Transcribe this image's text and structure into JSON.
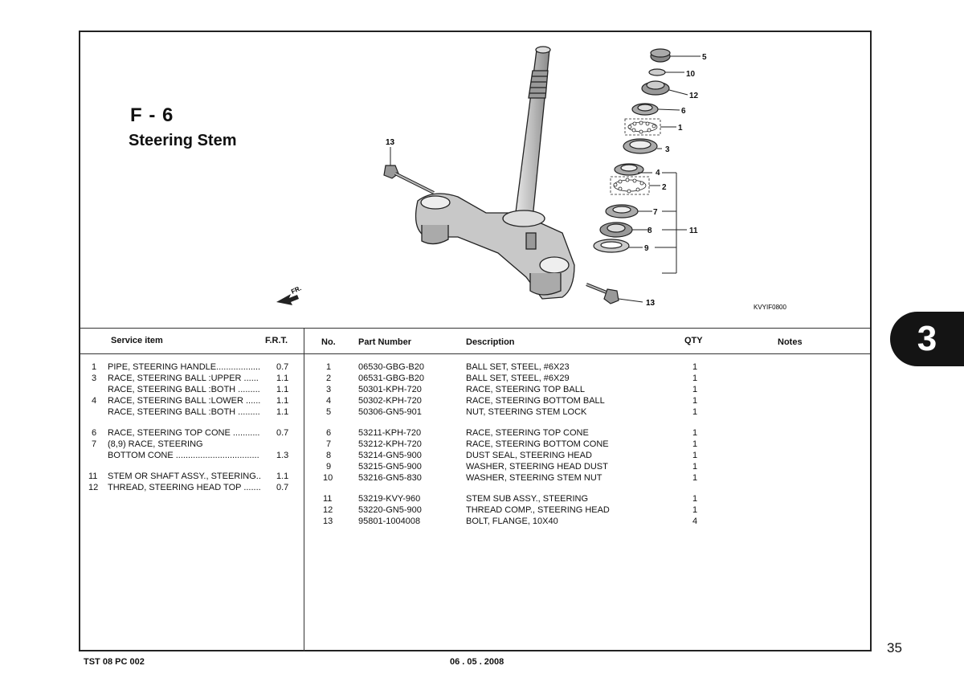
{
  "figure": {
    "code": "F - 6",
    "title": "Steering Stem"
  },
  "diagram": {
    "callouts": [
      "5",
      "10",
      "12",
      "6",
      "1",
      "3",
      "4",
      "2",
      "7",
      "8",
      "11",
      "9",
      "13",
      "13"
    ],
    "front_label": "FR.",
    "image_code": "KVYIF0800"
  },
  "table": {
    "headers": {
      "service_item": "Service item",
      "frt": "F.R.T.",
      "no": "No.",
      "part_number": "Part Number",
      "description": "Description",
      "qty": "QTY",
      "notes": "Notes"
    },
    "service_rows": [
      {
        "no": "1",
        "item": "PIPE, STEERING HANDLE..................",
        "frt": "0.7"
      },
      {
        "no": "3",
        "item": "RACE, STEERING BALL :UPPER ......",
        "frt": "1.1"
      },
      {
        "no": "",
        "item": "RACE, STEERING BALL :BOTH .........",
        "frt": "1.1"
      },
      {
        "no": "4",
        "item": "RACE, STEERING BALL :LOWER ......",
        "frt": "1.1"
      },
      {
        "no": "",
        "item": "RACE, STEERING BALL :BOTH .........",
        "frt": "1.1"
      },
      {
        "no": "6",
        "item": "RACE, STEERING TOP CONE ...........",
        "frt": "0.7"
      },
      {
        "no": "7",
        "item": "(8,9) RACE, STEERING",
        "frt": ""
      },
      {
        "no": "",
        "item": "BOTTOM CONE ..................................",
        "frt": "1.3"
      },
      {
        "no": "11",
        "item": "STEM OR SHAFT ASSY., STEERING..",
        "frt": "1.1"
      },
      {
        "no": "12",
        "item": "THREAD, STEERING HEAD TOP .......",
        "frt": "0.7"
      }
    ],
    "parts_rows": [
      {
        "no": "1",
        "part": "06530-GBG-B20",
        "desc": "BALL SET, STEEL, #6X23",
        "qty": "1"
      },
      {
        "no": "2",
        "part": "06531-GBG-B20",
        "desc": "BALL SET, STEEL, #6X29",
        "qty": "1"
      },
      {
        "no": "3",
        "part": "50301-KPH-720",
        "desc": "RACE, STEERING TOP BALL",
        "qty": "1"
      },
      {
        "no": "4",
        "part": "50302-KPH-720",
        "desc": "RACE, STEERING BOTTOM BALL",
        "qty": "1"
      },
      {
        "no": "5",
        "part": "50306-GN5-901",
        "desc": "NUT, STEERING STEM LOCK",
        "qty": "1"
      },
      {
        "no": "6",
        "part": "53211-KPH-720",
        "desc": "RACE, STEERING TOP CONE",
        "qty": "1"
      },
      {
        "no": "7",
        "part": "53212-KPH-720",
        "desc": "RACE, STEERING BOTTOM CONE",
        "qty": "1"
      },
      {
        "no": "8",
        "part": "53214-GN5-900",
        "desc": "DUST SEAL, STEERING HEAD",
        "qty": "1"
      },
      {
        "no": "9",
        "part": "53215-GN5-900",
        "desc": "WASHER, STEERING HEAD DUST",
        "qty": "1"
      },
      {
        "no": "10",
        "part": "53216-GN5-830",
        "desc": "WASHER, STEERING STEM NUT",
        "qty": "1"
      },
      {
        "no": "11",
        "part": "53219-KVY-960",
        "desc": "STEM SUB ASSY., STEERING",
        "qty": "1"
      },
      {
        "no": "12",
        "part": "53220-GN5-900",
        "desc": "THREAD COMP., STEERING HEAD",
        "qty": "1"
      },
      {
        "no": "13",
        "part": "95801-1004008",
        "desc": "BOLT, FLANGE, 10X40",
        "qty": "4"
      }
    ]
  },
  "section_tab": "3",
  "page_number": "35",
  "footer": {
    "doc_code": "TST 08 PC 002",
    "date": "06 . 05 . 2008"
  }
}
